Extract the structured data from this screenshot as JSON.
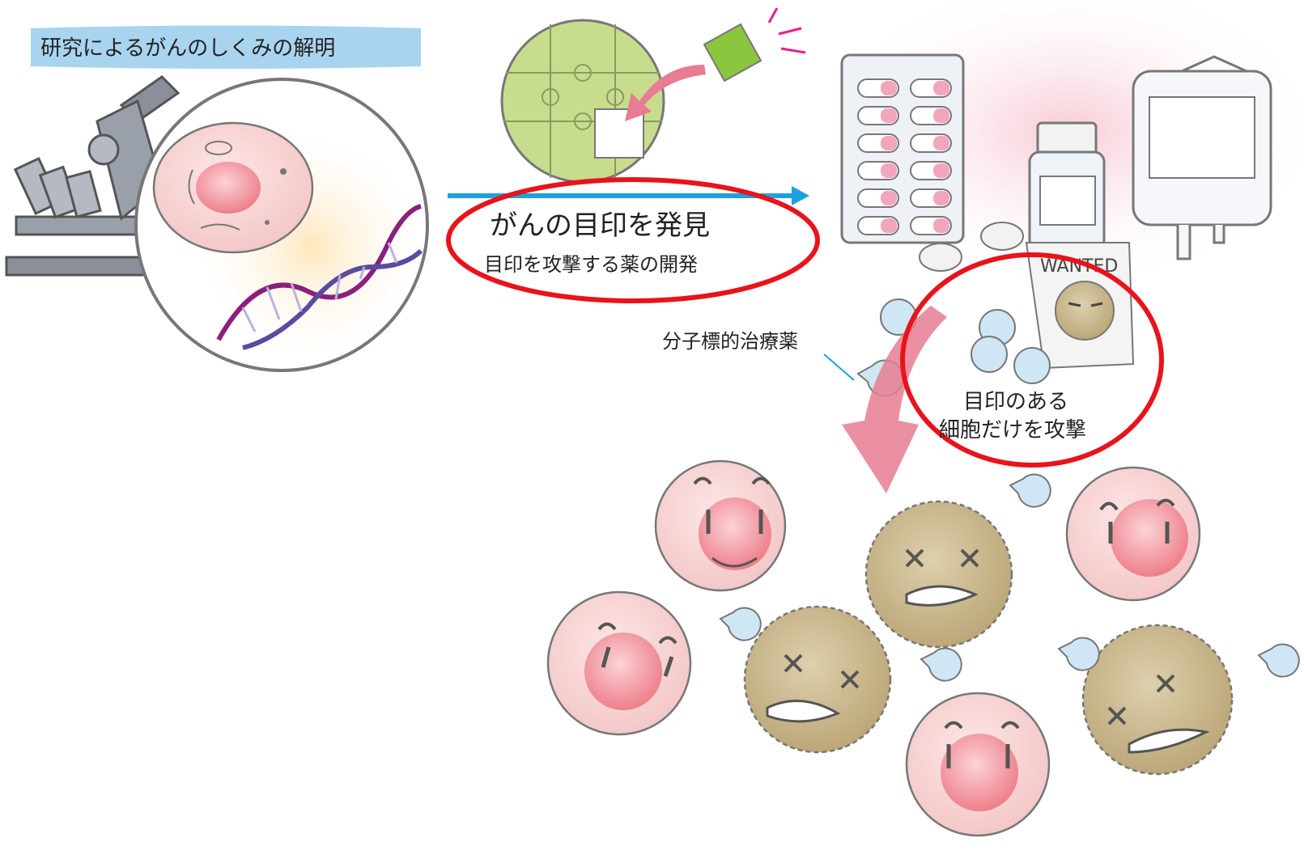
{
  "banner": {
    "label": "研究によるがんのしくみの解明"
  },
  "discovery": {
    "title": "がんの目印を発見",
    "subtitle": "目印を攻撃する薬の開発"
  },
  "drug_label": "分子標的治療薬",
  "wanted_label": "WANTED",
  "attack_note": {
    "line1": "目印のある",
    "line2": "細胞だけを攻撃"
  },
  "colors": {
    "highlight_red": "#e8131b",
    "arrow_blue": "#1da0e0",
    "banner_blue": "#a9d4ef",
    "dna_purple": "#8b1f7d",
    "dna_violet": "#5b4aa0",
    "puzzle_green": "#c8dc8e",
    "puzzle_piece_green": "#8cc63f",
    "healthy_cell": "#f7d5d5",
    "cancer_cell": "#c9b68a",
    "drug_blue": "#cfe6f5",
    "pink_arrow": "#e87c92"
  }
}
